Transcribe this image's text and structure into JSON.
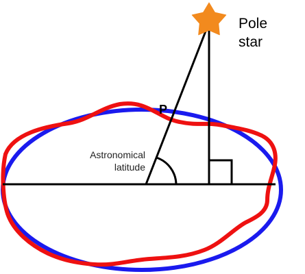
{
  "labels": {
    "pole_star_line1": "Pole",
    "pole_star_line2": "star",
    "point": "P",
    "latitude_line1": "Astronomical",
    "latitude_line2": "latitude"
  },
  "colors": {
    "ellipse": "#1a1aee",
    "geoid": "#ee1111",
    "star": "#f28a1e",
    "lines": "#000000"
  },
  "icons": {
    "star": "star-icon",
    "right_angle": "right-angle-marker",
    "angle_arc": "angle-arc"
  }
}
